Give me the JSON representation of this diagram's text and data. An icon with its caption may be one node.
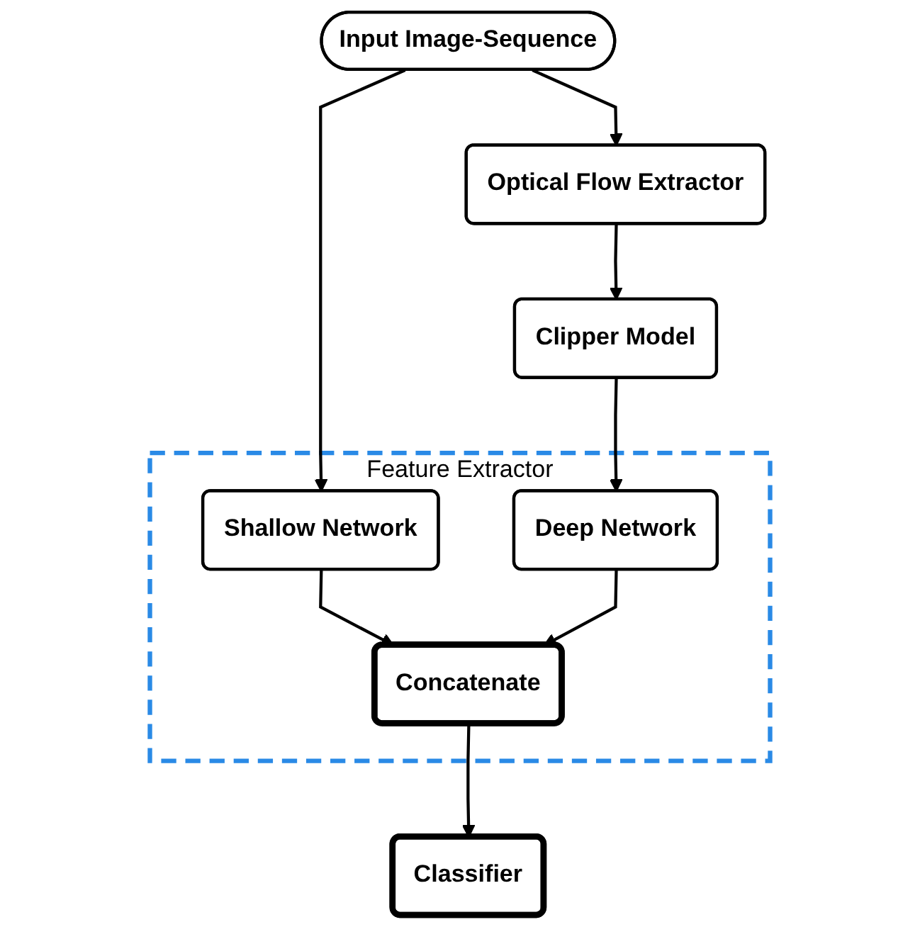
{
  "diagram": {
    "nodes": [
      {
        "text": [
          "Input Image-Sequence"
        ]
      },
      {
        "text": [
          "Optical Flow Extractor"
        ]
      },
      {
        "text": [
          "Feature Extractor"
        ]
      },
      {
        "text": [
          "Shallow Network"
        ],
        "in": 2
      },
      {
        "text": [
          "Deep Network"
        ],
        "in": 2
      },
      {
        "text": [
          "Concatenate"
        ],
        "in": 2
      },
      {
        "text": [
          "Clipper Model"
        ]
      },
      {
        "text": [
          "Classifier"
        ]
      }
    ],
    "edges": [
      {
        "from": 0,
        "to": 3,
        "arrow": "to"
      },
      {
        "from": 0,
        "to": 1,
        "arrow": "to"
      },
      {
        "from": 1,
        "to": 6,
        "arrow": "to"
      },
      {
        "from": 6,
        "to": 4,
        "arrow": "to"
      },
      {
        "from": 3,
        "to": 5,
        "arrow": "to"
      },
      {
        "from": 4,
        "to": 5,
        "arrow": "to"
      },
      {
        "from": 5,
        "to": 7,
        "arrow": "to"
      }
    ]
  }
}
